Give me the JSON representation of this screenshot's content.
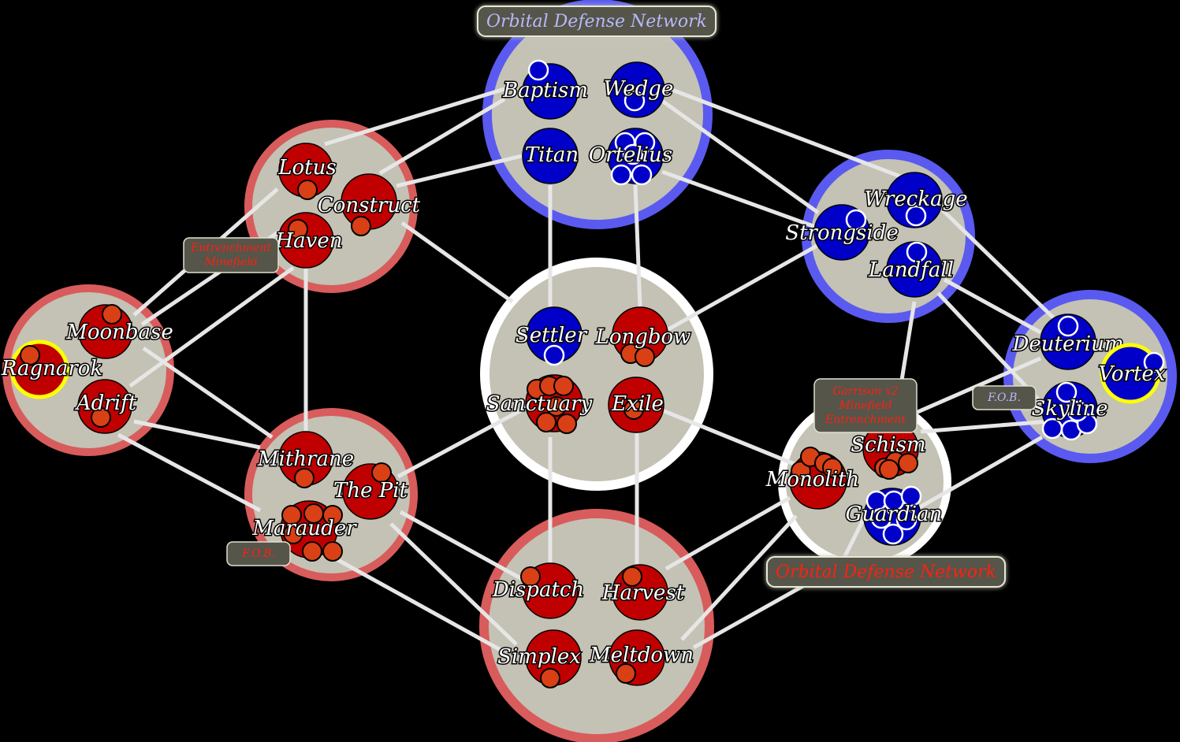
{
  "colors": {
    "red_team": "#c00000",
    "red_unit": "#d94015",
    "blue_team": "#0000c8",
    "blue_ring": "#5a5af0",
    "red_ring": "#d85c5c",
    "neutral_ring": "#ffffff",
    "region_fill": "#c4c2b4",
    "highlight": "#ffff00",
    "tag_bg": "#55554a",
    "tag_red_text": "#ff2010",
    "tag_blue_text": "#b8b8ff",
    "line": "#e6e6e6"
  },
  "banners": {
    "top": "Orbital Defense Network",
    "right": "Orbital Defense Network"
  },
  "tags": {
    "west_fortifications": [
      "Entrenchment",
      "Minefield"
    ],
    "west_fob": "F.O.B.",
    "east_fortifications": [
      "Garrison x2",
      "Minefield",
      "Entrenchment"
    ],
    "east_fob": "F.O.B."
  },
  "territories": {
    "baptism": {
      "label": "Baptism",
      "owner": "blue",
      "units": 1,
      "highlight": false
    },
    "wedge": {
      "label": "Wedge",
      "owner": "blue",
      "units": 1,
      "highlight": false
    },
    "titan": {
      "label": "Titan",
      "owner": "blue",
      "units": 0,
      "highlight": false
    },
    "ortelius": {
      "label": "Ortelius",
      "owner": "blue",
      "units": 5,
      "highlight": false
    },
    "lotus": {
      "label": "Lotus",
      "owner": "red",
      "units": 1,
      "highlight": false
    },
    "construct": {
      "label": "Construct",
      "owner": "red",
      "units": 1,
      "highlight": false
    },
    "haven": {
      "label": "Haven",
      "owner": "red",
      "units": 1,
      "highlight": false
    },
    "moonbase": {
      "label": "Moonbase",
      "owner": "red",
      "units": 1,
      "highlight": false
    },
    "ragnarok": {
      "label": "Ragnarok",
      "owner": "red",
      "units": 1,
      "highlight": true
    },
    "adrift": {
      "label": "Adrift",
      "owner": "red",
      "units": 1,
      "highlight": false
    },
    "settler": {
      "label": "Settler",
      "owner": "blue",
      "units": 1,
      "highlight": false
    },
    "longbow": {
      "label": "Longbow",
      "owner": "red",
      "units": 2,
      "highlight": false
    },
    "sanctuary": {
      "label": "Sanctuary",
      "owner": "red",
      "units": 6,
      "highlight": false
    },
    "exile": {
      "label": "Exile",
      "owner": "red",
      "units": 1,
      "highlight": false
    },
    "wreckage": {
      "label": "Wreckage",
      "owner": "blue",
      "units": 1,
      "highlight": false
    },
    "strongside": {
      "label": "Strongside",
      "owner": "blue",
      "units": 1,
      "highlight": false
    },
    "landfall": {
      "label": "Landfall",
      "owner": "blue",
      "units": 1,
      "highlight": false
    },
    "deuterium": {
      "label": "Deuterium",
      "owner": "blue",
      "units": 1,
      "highlight": false
    },
    "vortex": {
      "label": "Vortex",
      "owner": "blue",
      "units": 1,
      "highlight": true
    },
    "skyline": {
      "label": "Skyline",
      "owner": "blue",
      "units": 5,
      "highlight": false
    },
    "mithrane": {
      "label": "Mithrane",
      "owner": "red",
      "units": 1,
      "highlight": false
    },
    "thepit": {
      "label": "The Pit",
      "owner": "red",
      "units": 1,
      "highlight": false
    },
    "marauder": {
      "label": "Marauder",
      "owner": "red",
      "units": 6,
      "highlight": false
    },
    "schism": {
      "label": "Schism",
      "owner": "red",
      "units": 4,
      "highlight": false
    },
    "monolith": {
      "label": "Monolith",
      "owner": "red",
      "units": 4,
      "highlight": false
    },
    "guardian": {
      "label": "Guardian",
      "owner": "blue",
      "units": 6,
      "highlight": false
    },
    "dispatch": {
      "label": "Dispatch",
      "owner": "red",
      "units": 1,
      "highlight": false
    },
    "harvest": {
      "label": "Harvest",
      "owner": "red",
      "units": 1,
      "highlight": false
    },
    "simplex": {
      "label": "Simplex",
      "owner": "red",
      "units": 1,
      "highlight": false
    },
    "meltdown": {
      "label": "Meltdown",
      "owner": "red",
      "units": 1,
      "highlight": false
    }
  }
}
